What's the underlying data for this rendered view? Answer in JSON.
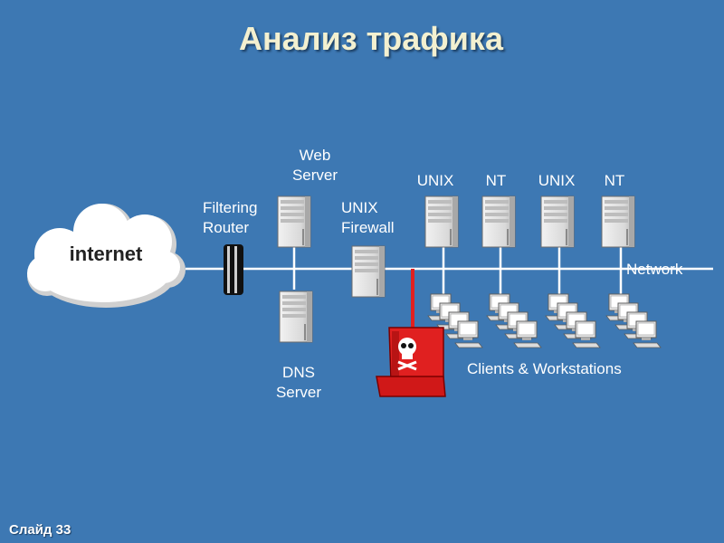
{
  "title": "Анализ трафика",
  "footer": "Слайд 33",
  "cloud_label": "internet",
  "labels": {
    "filtering_router": [
      "Filtering",
      "Router"
    ],
    "web_server": [
      "Web",
      "Server"
    ],
    "unix_firewall": [
      "UNIX",
      "Firewall"
    ],
    "dns_server": [
      "DNS",
      "Server"
    ],
    "network": "Network",
    "clients": "Clients & Workstations",
    "servers": [
      "UNIX",
      "NT",
      "UNIX",
      "NT"
    ]
  },
  "colors": {
    "background": "#3d78b3",
    "title": "#f3f0d0",
    "line": "#ffffff",
    "attacker": "#e02020"
  },
  "icons": {
    "attacker": "laptop-skull-icon",
    "cloud": "cloud-icon",
    "router": "router-icon",
    "server": "server-tower-icon",
    "workstation": "workstation-icon"
  }
}
